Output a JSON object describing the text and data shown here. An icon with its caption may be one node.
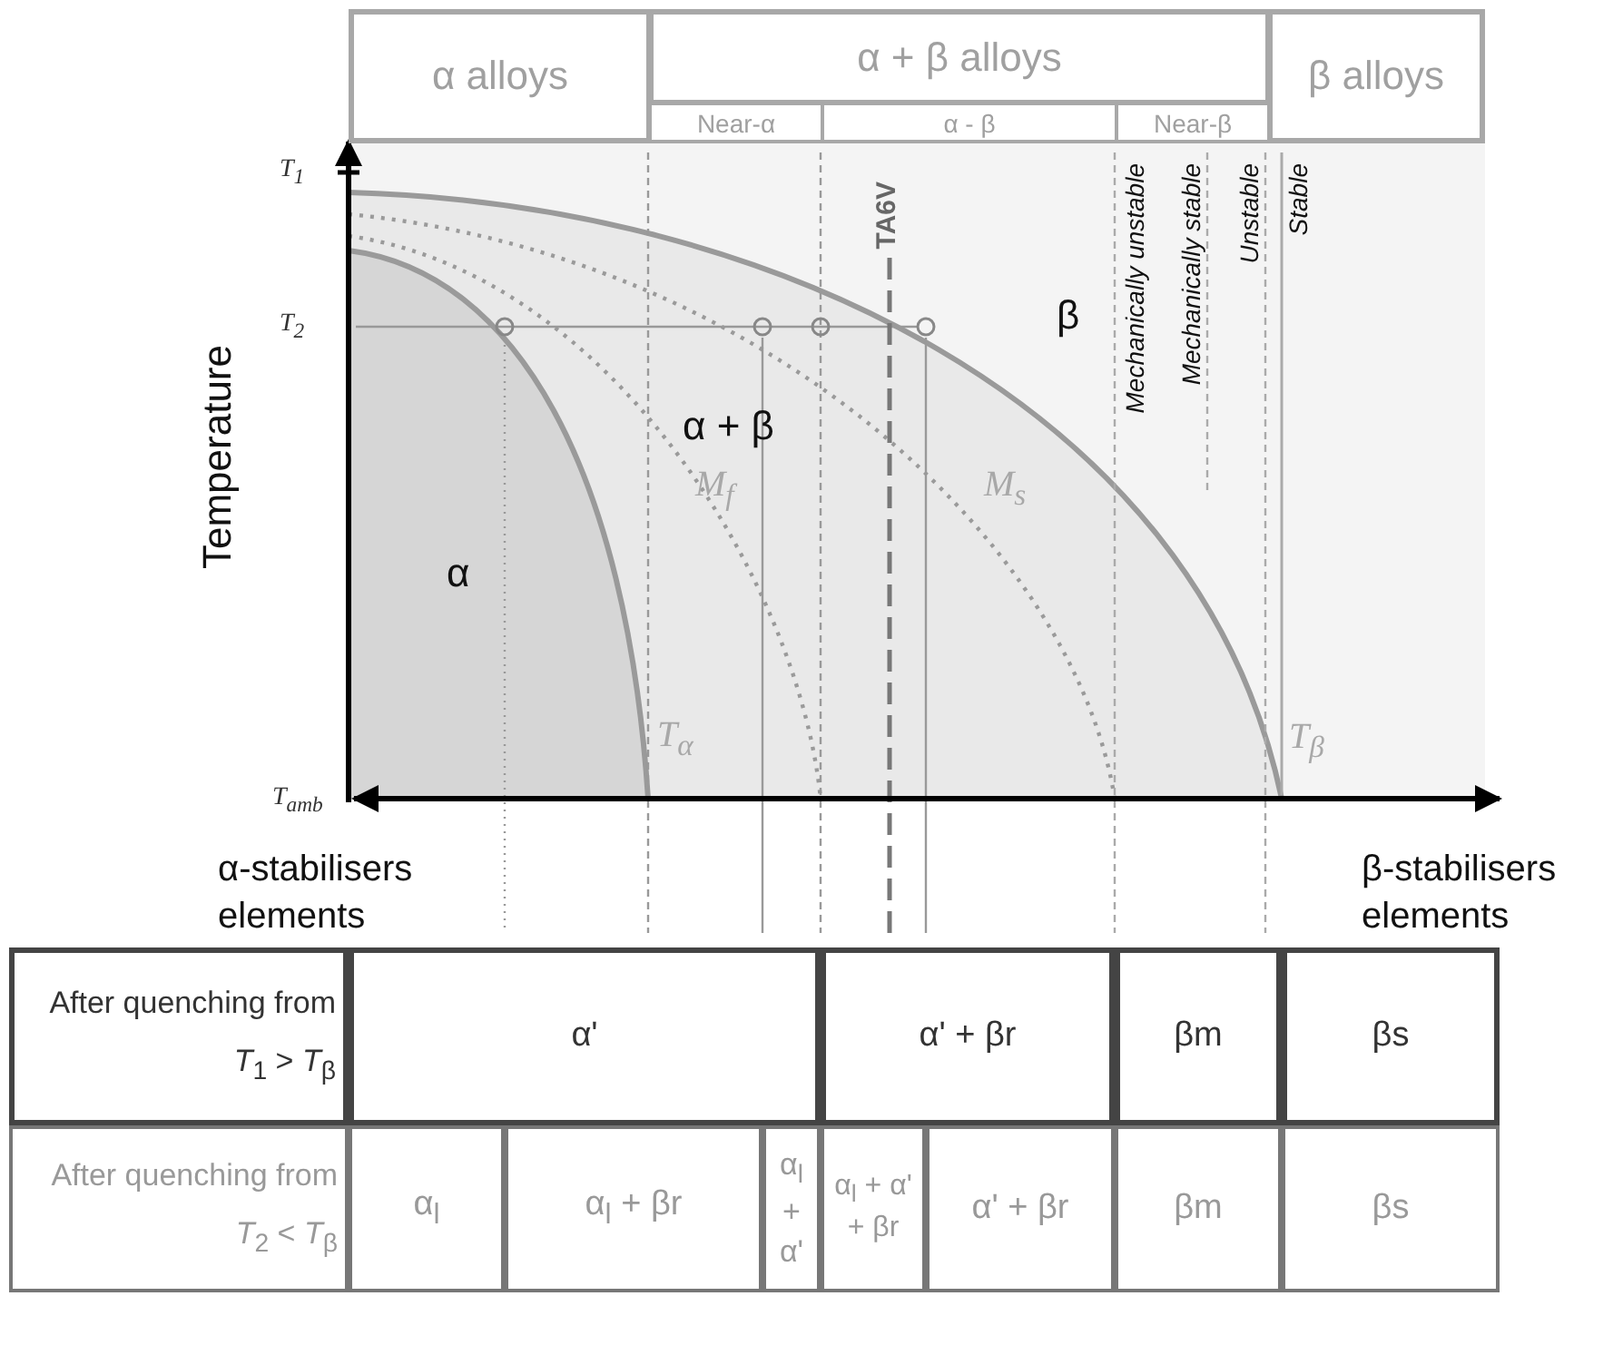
{
  "diagram": {
    "nodes": [
      {
        "text": [
          "α alloys"
        ]
      },
      {
        "text": [
          "α + β alloys"
        ]
      },
      {
        "text": [
          "Near-α"
        ]
      },
      {
        "text": [
          "α - β"
        ]
      },
      {
        "text": [
          "Near-β"
        ]
      },
      {
        "text": [
          "β alloys"
        ]
      }
    ],
    "labels": [
      "T$_{1}$",
      "TA6V",
      "Mechanically unstable",
      "Mechanically stable",
      "Unstable",
      "Stable",
      "T$_{2}$",
      "β",
      "Temperature",
      "α + β",
      "M$_{f}$",
      "M$_{s}$",
      "α",
      "T$_{α}$",
      "T$_{β}$",
      "T$_{amb}$",
      "α-stabilisers elements",
      "β-stabilisers elements",
      "After quenching from *T*$_{1}$ > *T*$_{β}$",
      "α'",
      "α' + βr",
      "βm",
      "βs",
      "After quenching from *T*$_{2}$ < *T*$_{β}$",
      "α$_{l}$",
      "α$_{l}$ + βr",
      "α$_{l}$ + α'",
      "α$_{l}$ + α' + βr",
      "α' + βr",
      "βm",
      "βs"
    ]
  }
}
